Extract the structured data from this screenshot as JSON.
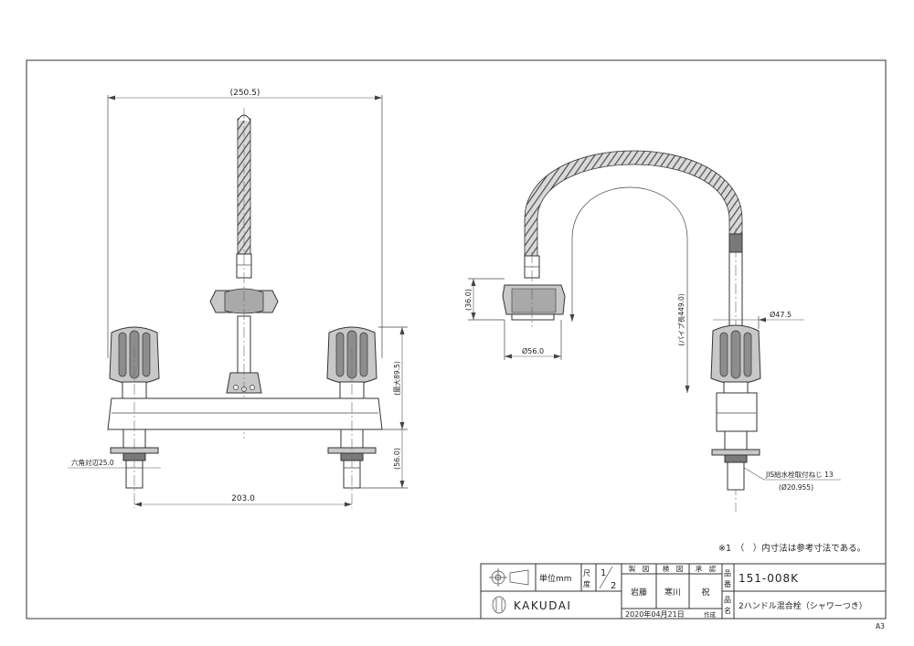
{
  "note": "※1　（　）内寸法は参考寸法である。",
  "sheet_size": "A3",
  "dimensions": {
    "overall_width": "(250.5)",
    "max_height": "(最大89.5)",
    "base_height": "(56.0)",
    "hex_width": "六角対辺25.0",
    "handle_spacing": "203.0",
    "head_height": "(36.0)",
    "head_diameter": "Ø56.0",
    "pipe_length": "(パイプ長449.0)",
    "handle_diameter": "Ø47.5",
    "thread_spec": "JIS給水栓取付ねじ 13",
    "thread_diameter": "(Ø20.955)"
  },
  "title_block": {
    "unit_label": "単位mm",
    "scale_label_1": "尺",
    "scale_label_2": "度",
    "scale_num": "1",
    "scale_den": "2",
    "roles": [
      "製　図",
      "検　図",
      "承　認"
    ],
    "names": [
      "岩藤",
      "寒川",
      "祝"
    ],
    "date": "2020年04月21日",
    "date_suffix": "作成",
    "part_no_label_1": "品",
    "part_no_label_2": "番",
    "part_no": "151-008K",
    "part_name_label_1": "品",
    "part_name_label_2": "名",
    "part_name": "2ハンドル混合栓（シャワーつき）",
    "brand": "KAKUDAI"
  }
}
